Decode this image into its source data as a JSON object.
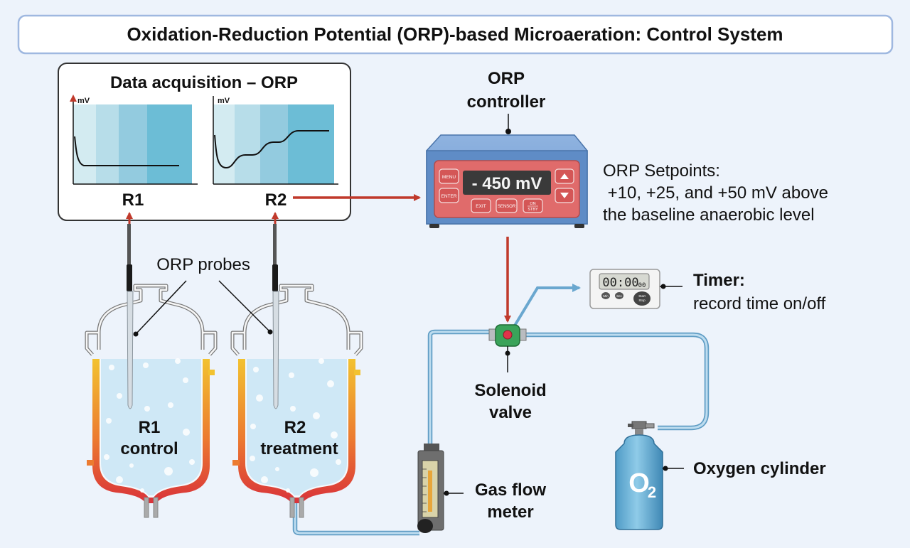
{
  "title": "Oxidation-Reduction Potential (ORP)-based Microaeration: Control System",
  "data_acquisition": {
    "title": "Data acquisition – ORP",
    "axis_label": "mV",
    "chart_r1_label": "R1",
    "chart_r2_label": "R2"
  },
  "controller": {
    "label_line1": "ORP",
    "label_line2": "controller",
    "display_value": "- 450 mV",
    "btn_menu": "MENU",
    "btn_enter": "ENTER",
    "btn_exit": "EXIT",
    "btn_sensor": "SENSOR",
    "btn_on": "ON",
    "btn_stby": "STBY"
  },
  "setpoints": {
    "line1": "ORP Setpoints:",
    "line2": " +10, +25, and +50 mV above",
    "line3": "the baseline anaerobic level"
  },
  "probes_label": "ORP probes",
  "reactor_r1": {
    "line1": "R1",
    "line2": "control"
  },
  "reactor_r2": {
    "line1": "R2",
    "line2": "treatment"
  },
  "timer": {
    "display": "00:00",
    "display_sub": "00",
    "btn_min": "Min",
    "btn_sec": "Sec",
    "btn_start": "Start",
    "btn_stop": "Stop",
    "title": "Timer:",
    "subtitle": "record time on/off"
  },
  "solenoid": {
    "line1": "Solenoid",
    "line2": "valve"
  },
  "flow_meter": {
    "line1": "Gas flow",
    "line2": "meter"
  },
  "cylinder": {
    "label": "Oxygen cylinder",
    "symbol": "O",
    "subscript": "2"
  },
  "colors": {
    "signal_arrow": "#c0392b",
    "gas_line": "#7fb2d4",
    "controller_body": "#5b88c4",
    "controller_panel": "#e06b6b",
    "reactor_liquid": "#cfe8f6",
    "cylinder_body": "#6fb4d8"
  }
}
